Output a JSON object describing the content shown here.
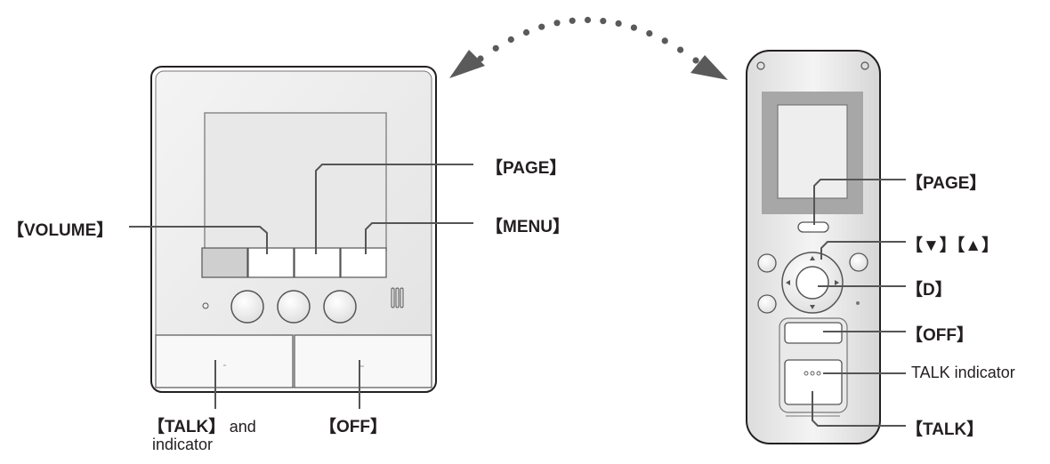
{
  "devices": {
    "base_unit": {
      "labels": {
        "page": "【PAGE】",
        "volume": "【VOLUME】",
        "menu": "【MENU】",
        "talk_key": "【TALK】",
        "talk_suffix": "and",
        "talk_line2": "indicator",
        "off": "【OFF】"
      }
    },
    "handset": {
      "labels": {
        "page": "【PAGE】",
        "down_up": "【▼】【▲】",
        "d": "【D】",
        "off": "【OFF】",
        "talk_indicator": "TALK indicator",
        "talk": "【TALK】"
      }
    }
  },
  "colors": {
    "outline": "#231f20",
    "body_fill": "#ececec",
    "panel_fill": "#f7f7f7",
    "screen_fill": "#e6e6e6",
    "dark_button": "#cfcfcf",
    "handset_screen_frame": "#a7a7a7",
    "arrow": "#5a5a5a"
  }
}
